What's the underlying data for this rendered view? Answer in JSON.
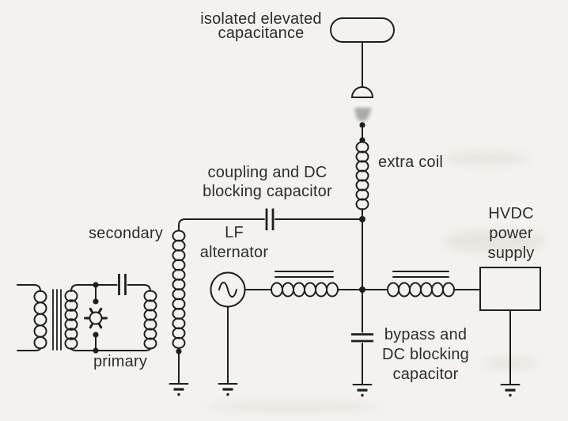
{
  "labels": {
    "isolated_capacitance": {
      "line1": "isolated elevated",
      "line2": "capacitance"
    },
    "extra_coil": {
      "text": "extra coil"
    },
    "coupling_capacitor": {
      "line1": "coupling and DC",
      "line2": "blocking capacitor"
    },
    "secondary": {
      "text": "secondary"
    },
    "lf_alternator": {
      "line1": "LF",
      "line2": "alternator"
    },
    "hvdc_supply": {
      "line1": "HVDC",
      "line2": "power",
      "line3": "supply"
    },
    "bypass_capacitor": {
      "line1": "bypass and",
      "line2": "DC blocking",
      "line3": "capacitor"
    },
    "primary": {
      "text": "primary"
    }
  },
  "colors": {
    "background": "#f4f2ef",
    "line": "#1f1f1f",
    "text": "#2d2d2d",
    "spark": "#9a9a9a"
  }
}
